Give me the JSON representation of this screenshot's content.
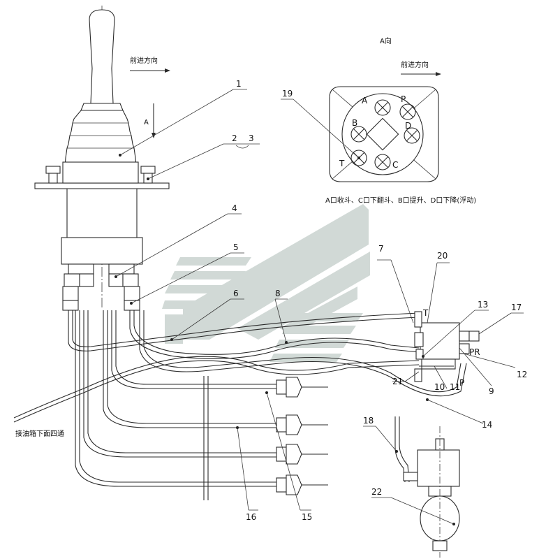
{
  "forward_direction_label": "前进方向",
  "view_a_title": "A向",
  "view_arrow_label": "A",
  "port_legend": "A口收斗、C口下翻斗、B口提升、D口下降(浮动)",
  "port_labels": {
    "a": "A",
    "p": "P",
    "b": "B",
    "d": "D",
    "t": "T",
    "c": "C"
  },
  "valve_port_labels": {
    "t": "T",
    "pr": "PR",
    "p": "P"
  },
  "tank_note": "接油箱下面四通",
  "callouts": {
    "n1": "1",
    "n2": "2",
    "n3": "3",
    "n4": "4",
    "n5": "5",
    "n6": "6",
    "n7": "7",
    "n8": "8",
    "n9": "9",
    "n10": "10",
    "n11": "11",
    "n12": "12",
    "n13": "13",
    "n14": "14",
    "n15": "15",
    "n16": "16",
    "n17": "17",
    "n18": "18",
    "n19": "19",
    "n20": "20",
    "n21": "21",
    "n22": "22"
  },
  "colors": {
    "line": "#2a2a2a",
    "watermark": "#c9d3cf"
  }
}
